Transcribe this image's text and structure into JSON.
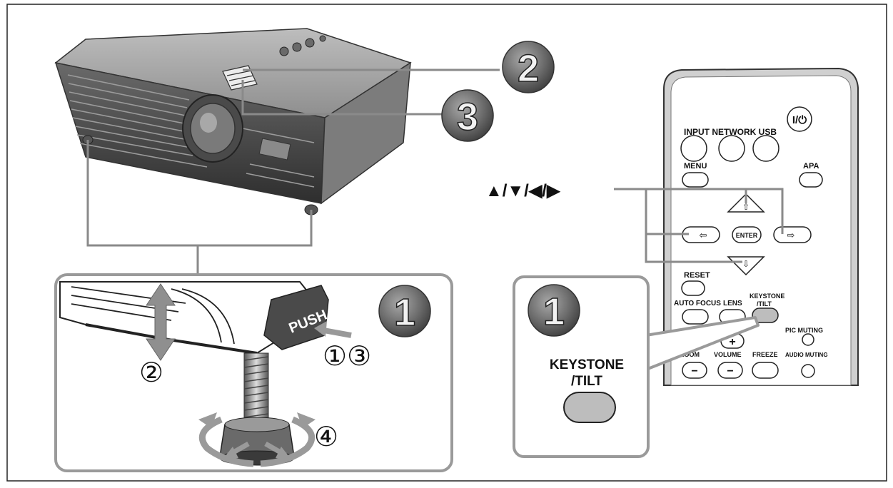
{
  "diagram": {
    "steps": {
      "one": "1",
      "two": "2",
      "three": "3"
    },
    "foot_labels": {
      "push": "PUSH",
      "step_2": "②",
      "steps_1_3": "①③",
      "step_4": "④"
    },
    "arrow_keys_label": "▲/▼/◀/▶",
    "remote": {
      "power": "I/⏻",
      "top_row_label": "INPUT NETWORK USB",
      "menu": "MENU",
      "apa": "APA",
      "enter": "ENTER",
      "reset": "RESET",
      "auto_focus": "AUTO FOCUS",
      "lens": "LENS",
      "keystone": "KEYSTONE",
      "tilt": "/TILT",
      "pic_muting": "PIC MUTING",
      "d_zoom": "D ZOOM",
      "volume": "VOLUME",
      "freeze": "FREEZE",
      "audio_muting": "AUDIO MUTING",
      "plus": "+",
      "minus": "−"
    },
    "callout": {
      "keystone": "KEYSTONE",
      "tilt": "/TILT"
    },
    "colors": {
      "frame": "#9a9a9a",
      "badge": "#6e6e6e",
      "line": "#8a8a8a",
      "remote_body": "#d0d0d0"
    }
  }
}
